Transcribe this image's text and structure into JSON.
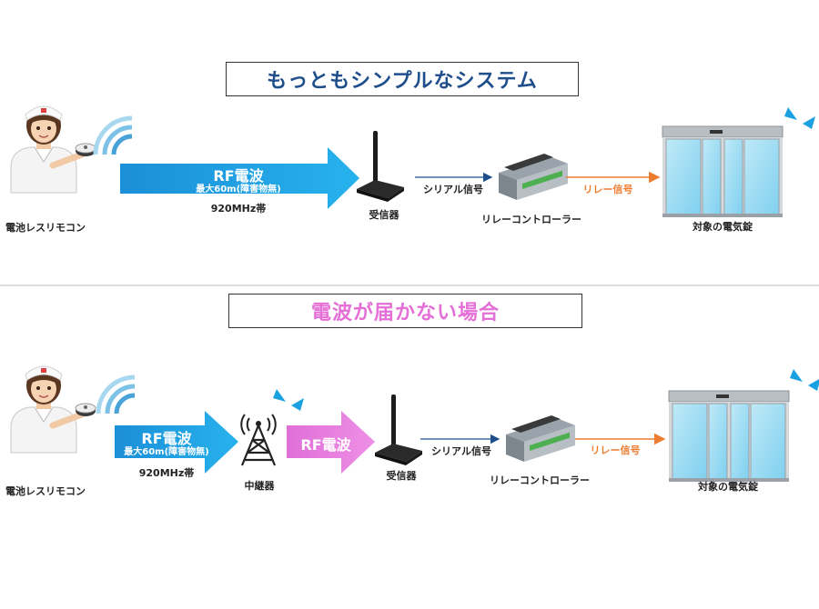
{
  "section1": {
    "title": "もっともシンプルなシステム",
    "remote_label": "電池レスリモコン",
    "rf_title": "RF電波",
    "rf_range": "最大60m(障害物無)",
    "rf_freq": "920MHz帯",
    "receiver_label": "受信器",
    "serial_label": "シリアル信号",
    "controller_label": "リレーコントローラー",
    "relay_label": "リレー信号",
    "lock_label": "対象の電気錠"
  },
  "section2": {
    "title": "電波が届かない場合",
    "remote_label": "電池レスリモコン",
    "rf_title": "RF電波",
    "rf_range": "最大60m(障害物無)",
    "rf_freq": "920MHz帯",
    "repeater_label": "中継器",
    "rf_title_2": "RF電波",
    "receiver_label": "受信器",
    "serial_label": "シリアル信号",
    "controller_label": "リレーコントローラー",
    "relay_label": "リレー信号",
    "lock_label": "対象の電気錠"
  },
  "colors": {
    "rf_arrow": "#1ba0e2",
    "repeater_arrow": "#e979dc",
    "serial_arrow": "#1f4e8c",
    "relay_arrow": "#ed7d31",
    "title1": "#1f4e8c",
    "title2": "#e46fd6"
  }
}
